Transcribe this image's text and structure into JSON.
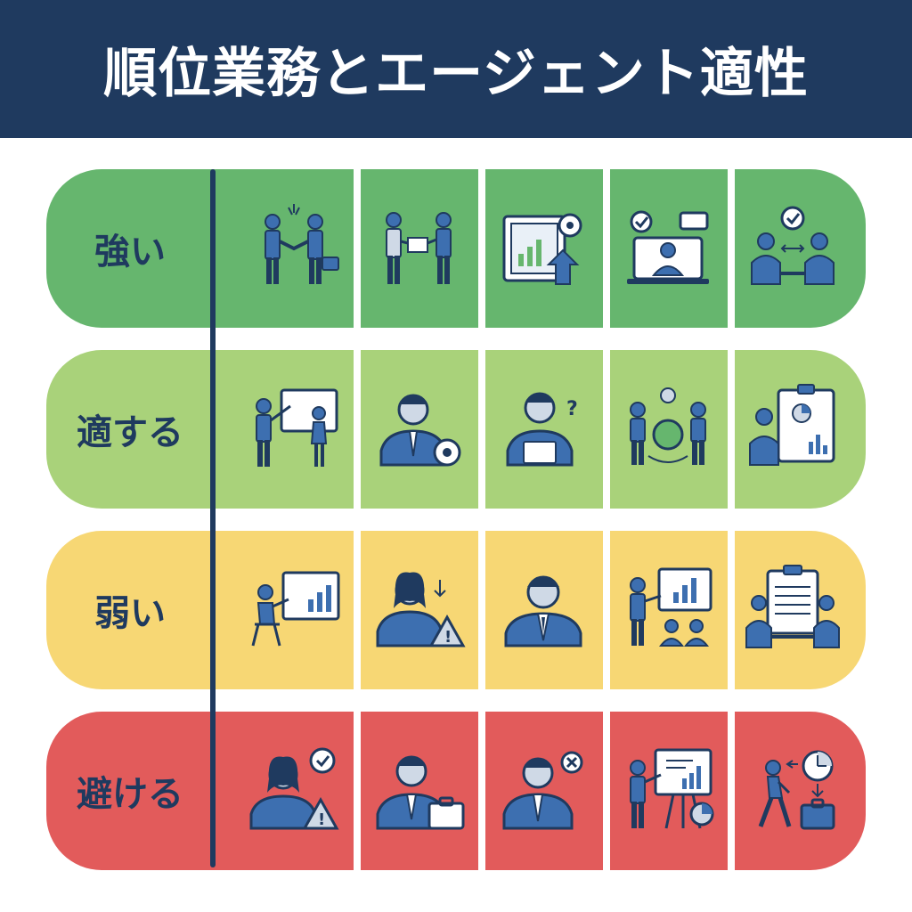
{
  "title": "順位業務とエージェント適性",
  "colors": {
    "header": "#1f3a5f",
    "strong": "#66b66e",
    "suitable": "#a9d27a",
    "weak": "#f7d774",
    "avoid": "#e25b5b",
    "navy": "#1f3a5f",
    "blue": "#3d6fb0"
  },
  "rows": [
    {
      "label": "強い",
      "color": "#66b66e",
      "icons": [
        "handshake-celebration-icon",
        "document-exchange-icon",
        "growth-report-gear-icon",
        "video-meeting-approval-icon",
        "agreement-collaboration-icon"
      ]
    },
    {
      "label": "適する",
      "color": "#a9d27a",
      "icons": [
        "whiteboard-presentation-icon",
        "professional-gear-icon",
        "laptop-question-icon",
        "global-team-icon",
        "analysis-clipboard-icon"
      ]
    },
    {
      "label": "弱い",
      "color": "#f7d774",
      "icons": [
        "seated-presentation-icon",
        "decline-warning-icon",
        "businessman-icon",
        "team-presentation-icon",
        "contract-negotiation-icon"
      ]
    },
    {
      "label": "避ける",
      "color": "#e25b5b",
      "icons": [
        "approval-warning-icon",
        "briefcase-person-icon",
        "rejected-person-icon",
        "easel-chart-icon",
        "time-leave-icon"
      ]
    }
  ]
}
